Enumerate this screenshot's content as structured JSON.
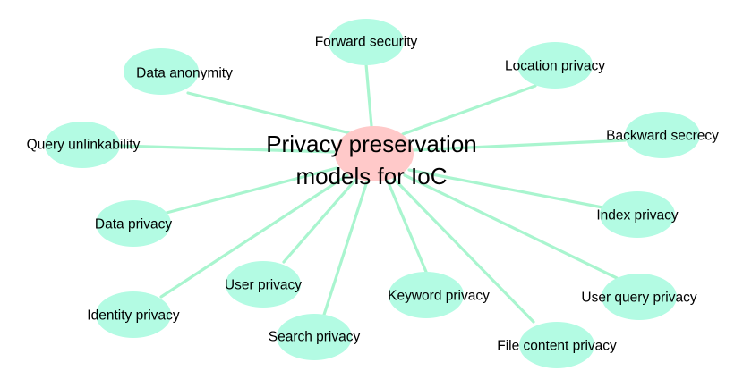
{
  "diagram": {
    "center": {
      "line1": "Privacy preservation",
      "line2": "models for IoC"
    },
    "nodes": [
      {
        "id": "forward-security",
        "label": "Forward security"
      },
      {
        "id": "data-anonymity",
        "label": "Data anonymity"
      },
      {
        "id": "location-privacy",
        "label": "Location privacy"
      },
      {
        "id": "query-unlinkability",
        "label": "Query unlinkability"
      },
      {
        "id": "backward-secrecy",
        "label": "Backward secrecy"
      },
      {
        "id": "data-privacy",
        "label": "Data privacy"
      },
      {
        "id": "index-privacy",
        "label": "Index privacy"
      },
      {
        "id": "user-privacy",
        "label": "User privacy"
      },
      {
        "id": "keyword-privacy",
        "label": "Keyword privacy"
      },
      {
        "id": "user-query-privacy",
        "label": "User query privacy"
      },
      {
        "id": "identity-privacy",
        "label": "Identity privacy"
      },
      {
        "id": "search-privacy",
        "label": "Search privacy"
      },
      {
        "id": "file-content-privacy",
        "label": "File content privacy"
      }
    ]
  },
  "colors": {
    "edge": "#a9f5cf",
    "leaf_node": "#b3fbe3",
    "center_node": "#ffc9c9",
    "text": "#000000"
  }
}
